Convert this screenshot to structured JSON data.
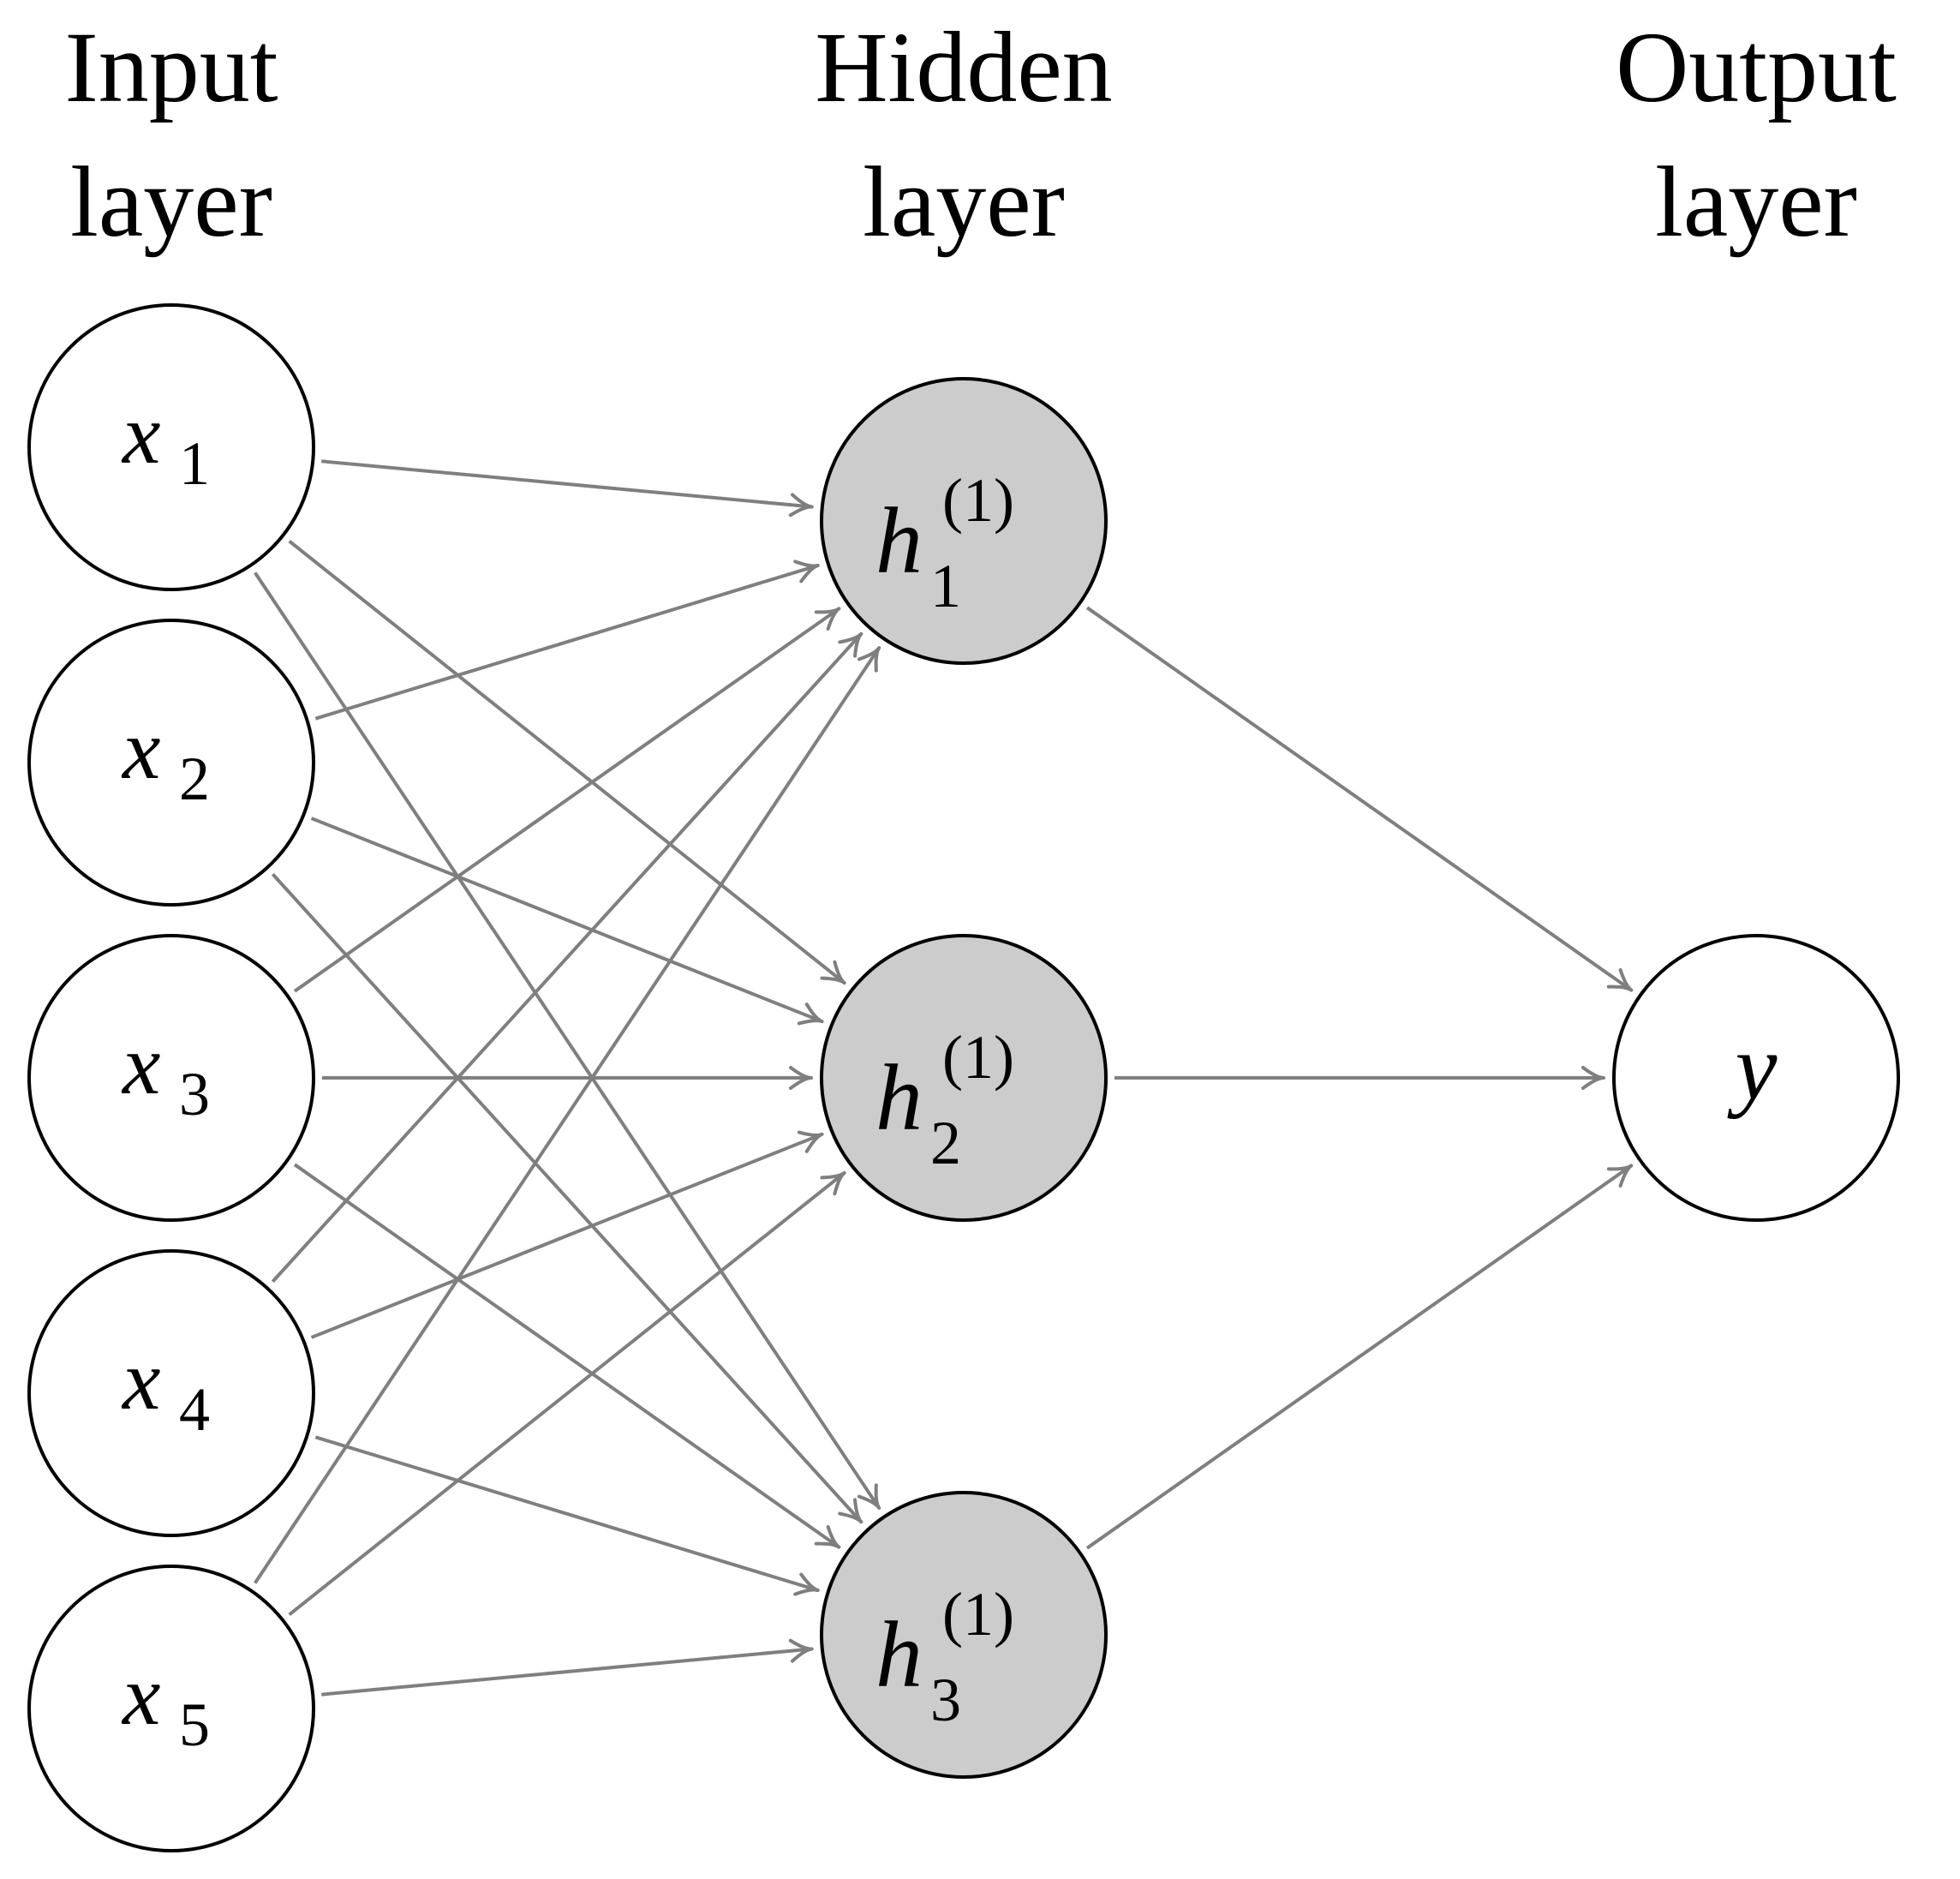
{
  "layers": {
    "input": {
      "title_line1": "Input",
      "title_line2": "layer"
    },
    "hidden": {
      "title_line1": "Hidden",
      "title_line2": "layer"
    },
    "output": {
      "title_line1": "Output",
      "title_line2": "layer"
    }
  },
  "nodes": {
    "input": [
      {
        "var": "x",
        "sub": "1"
      },
      {
        "var": "x",
        "sub": "2"
      },
      {
        "var": "x",
        "sub": "3"
      },
      {
        "var": "x",
        "sub": "4"
      },
      {
        "var": "x",
        "sub": "5"
      }
    ],
    "hidden": [
      {
        "var": "h",
        "sub": "1",
        "sup": "(1)"
      },
      {
        "var": "h",
        "sub": "2",
        "sup": "(1)"
      },
      {
        "var": "h",
        "sub": "3",
        "sup": "(1)"
      }
    ],
    "output": [
      {
        "var": "y"
      }
    ]
  },
  "colors": {
    "hidden_fill": "#cccccc",
    "io_fill": "#ffffff",
    "edge": "#7f7f7f"
  },
  "connections": "fully-connected: every input node to every hidden node, every hidden node to the output node"
}
